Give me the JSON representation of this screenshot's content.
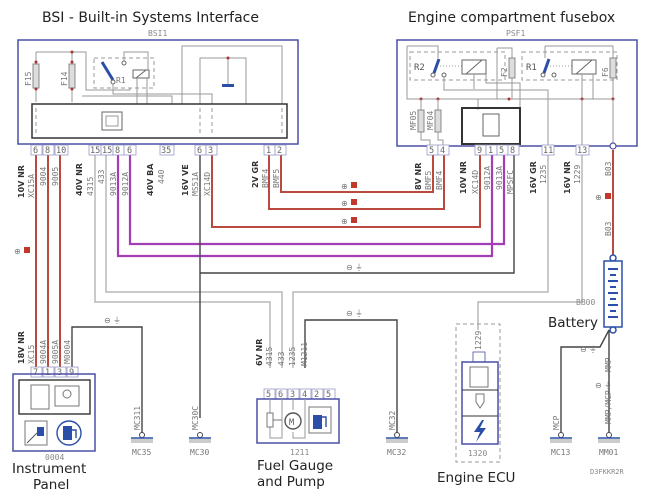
{
  "titles": {
    "bsi": "BSI - Built-in Systems Interface",
    "fusebox": "Engine compartment fusebox",
    "instrument_panel": [
      "Instrument",
      "Panel"
    ],
    "fuel_gauge": [
      "Fuel Gauge",
      "and Pump"
    ],
    "engine_ecu": "Engine ECU",
    "battery": "Battery"
  },
  "component_refs": {
    "bsi": "BSI1",
    "fusebox": "PSF1",
    "instrument_panel": "0004",
    "fuel_gauge": "1211",
    "engine_ecu": "1320",
    "battery": "BB00"
  },
  "internal_labels": {
    "bsi_fuses": [
      "F15",
      "F14"
    ],
    "bsi_relay": "R1",
    "psf_relays": [
      "R2",
      "R1"
    ],
    "psf_fuses": [
      "F2",
      "F6",
      "MF05",
      "MF04"
    ]
  },
  "connectors": {
    "bsi_a": {
      "label": "10V NR",
      "pins": [
        "6",
        "8",
        "10"
      ],
      "wires": [
        "XC15A",
        "9004",
        "9005"
      ]
    },
    "bsi_b": {
      "label": "40V NR",
      "pins": [
        "15",
        "15",
        "8",
        "6"
      ],
      "wires": [
        "4315",
        "433",
        "9013A",
        "9012A"
      ]
    },
    "bsi_c": {
      "label": "40V BA",
      "pins": [
        "35"
      ],
      "wires": [
        "440"
      ]
    },
    "bsi_d": {
      "label": "16V VE",
      "pins": [
        "6",
        "3"
      ],
      "wires": [
        "MS51A",
        "XC14D"
      ]
    },
    "bsi_e": {
      "label": "2V GR",
      "pins": [
        "1",
        "2"
      ],
      "wires": [
        "BMF4",
        "BMF5"
      ]
    },
    "psf_a": {
      "label": "8V NR",
      "pins": [
        "5",
        "4"
      ],
      "wires": [
        "BMF5",
        "BMF4"
      ]
    },
    "psf_b": {
      "label": "10V NR",
      "pins": [
        "9",
        "1",
        "5",
        "8"
      ],
      "wires": [
        "XC14D",
        "9012A",
        "9013A",
        "MPSFC"
      ]
    },
    "psf_c": {
      "label": "16V GR",
      "pins": [
        "11"
      ],
      "wires": [
        "1235"
      ]
    },
    "psf_d": {
      "label": "16V NR",
      "pins": [
        "13"
      ],
      "wires": [
        "1229"
      ]
    },
    "psf_e": {
      "label": "",
      "pins": [],
      "wires": [
        "B03"
      ]
    },
    "ip": {
      "label": "18V NR",
      "pins": [
        "7",
        "1",
        "3",
        "9"
      ],
      "wires": [
        "XC15",
        "9004A",
        "9005A",
        "M0004"
      ]
    },
    "fg": {
      "label": "6V NR",
      "pins": [
        "5",
        "6",
        "3",
        "4",
        "2",
        "5"
      ],
      "wires": [
        "4315",
        "433",
        "1235",
        "M1211"
      ]
    },
    "ecu": {
      "wires": [
        "1229"
      ]
    },
    "battery_top": {
      "wires": [
        "B03"
      ]
    },
    "battery_bottom": {
      "wires": [
        "MMP",
        "MMP/MCP"
      ]
    }
  },
  "grounds": [
    {
      "wire": "MC311",
      "name": "MC35"
    },
    {
      "wire": "MC30C",
      "name": "MC30"
    },
    {
      "wire": "MC32",
      "name": "MC32"
    },
    {
      "wire": "MCP",
      "name": "MC13"
    },
    {
      "wire": "MMP/MCP",
      "name": "MM01"
    }
  ],
  "polarity": {
    "positive": "⊕",
    "negative": "⊖",
    "ground_symbol": "⏚"
  },
  "diagram_code": "D3FKKR2R"
}
